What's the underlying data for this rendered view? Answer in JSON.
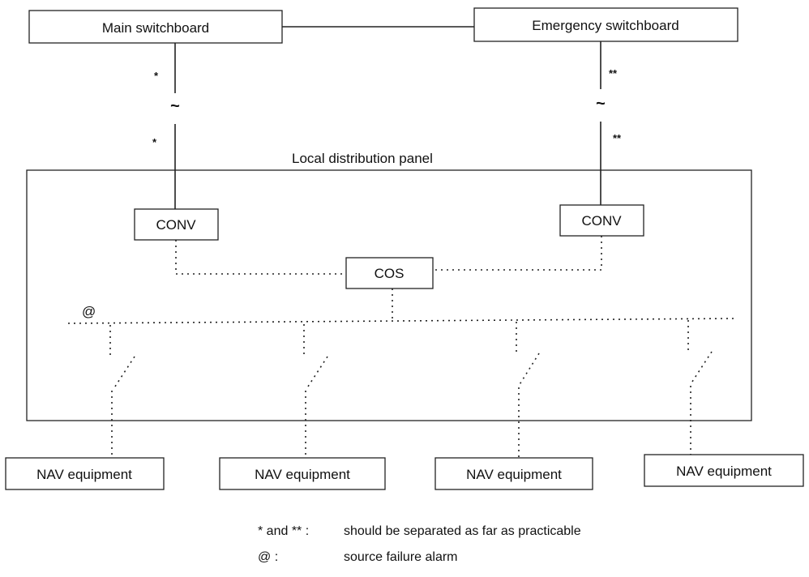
{
  "main_switchboard": "Main switchboard",
  "emergency_switchboard": "Emergency switchboard",
  "panel_label": "Local distribution panel",
  "conv_label": "CONV",
  "cos_label": "COS",
  "nav_label": "NAV equipment",
  "single_mark": "*",
  "double_mark": "**",
  "tilde": "~",
  "alarm_mark": "@",
  "legend": {
    "row1_key": "* and ** :",
    "row1_text": "should be separated as far as practicable",
    "row2_key": "@ :",
    "row2_text": "source failure alarm"
  }
}
